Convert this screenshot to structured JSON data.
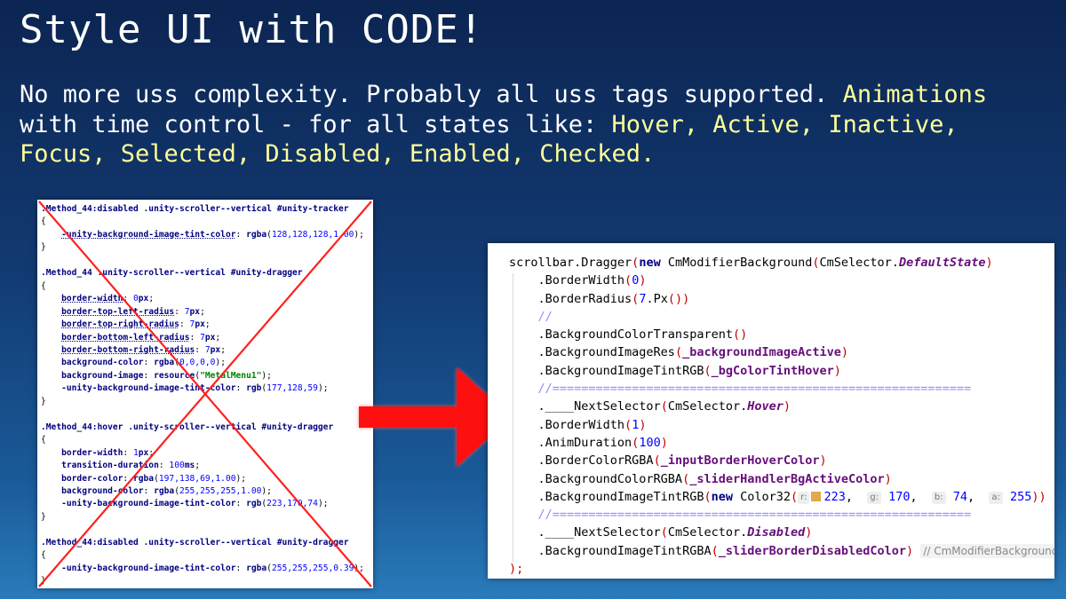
{
  "header": {
    "title": "Style UI with CODE!",
    "subtitle_lines": [
      [
        "No more uss complexity. Probably all uss tags supported. ",
        "Animations"
      ],
      [
        "with time control - for all states like: ",
        "Hover, Active, Inactive,"
      ],
      [
        "",
        "Focus, Selected, Disabled, Enabled, Checked."
      ]
    ]
  },
  "css_panel": {
    "lines": [
      [
        [
          "sel",
          ".Method_44:disabled .unity-scroller--vertical #unity-tracker"
        ]
      ],
      [
        [
          "txt",
          "{"
        ]
      ],
      [
        [
          "txt",
          "    "
        ],
        [
          "prop",
          "-unity-background-image-tint-color"
        ],
        [
          "txt",
          ": "
        ],
        [
          "prop-plain",
          "rgba"
        ],
        [
          "txt",
          "("
        ],
        [
          "num",
          "128,128,128,1.00"
        ],
        [
          "txt",
          ");"
        ]
      ],
      [
        [
          "txt",
          "}"
        ]
      ],
      [
        [
          "txt",
          ""
        ]
      ],
      [
        [
          "sel",
          ".Method_44 .unity-scroller--vertical #unity-dragger"
        ]
      ],
      [
        [
          "txt",
          "{"
        ]
      ],
      [
        [
          "txt",
          "    "
        ],
        [
          "prop",
          "border-width"
        ],
        [
          "txt",
          ": "
        ],
        [
          "num",
          "0"
        ],
        [
          "prop-plain",
          "px"
        ],
        [
          "txt",
          ";"
        ]
      ],
      [
        [
          "txt",
          "    "
        ],
        [
          "prop",
          "border-top-left-radius"
        ],
        [
          "txt",
          ": "
        ],
        [
          "num",
          "7"
        ],
        [
          "prop-plain",
          "px"
        ],
        [
          "txt",
          ";"
        ]
      ],
      [
        [
          "txt",
          "    "
        ],
        [
          "prop",
          "border-top-right-radius"
        ],
        [
          "txt",
          ": "
        ],
        [
          "num",
          "7"
        ],
        [
          "prop-plain",
          "px"
        ],
        [
          "txt",
          ";"
        ]
      ],
      [
        [
          "txt",
          "    "
        ],
        [
          "prop",
          "border-bottom-left-radius"
        ],
        [
          "txt",
          ": "
        ],
        [
          "num",
          "7"
        ],
        [
          "prop-plain",
          "px"
        ],
        [
          "txt",
          ";"
        ]
      ],
      [
        [
          "txt",
          "    "
        ],
        [
          "prop",
          "border-bottom-right-radius"
        ],
        [
          "txt",
          ": "
        ],
        [
          "num",
          "7"
        ],
        [
          "prop-plain",
          "px"
        ],
        [
          "txt",
          ";"
        ]
      ],
      [
        [
          "txt",
          "    "
        ],
        [
          "prop-plain",
          "background-color"
        ],
        [
          "txt",
          ": "
        ],
        [
          "prop-plain",
          "rgba"
        ],
        [
          "txt",
          "("
        ],
        [
          "num",
          "0,0,0,0"
        ],
        [
          "txt",
          ");"
        ]
      ],
      [
        [
          "txt",
          "    "
        ],
        [
          "prop-plain",
          "background-image"
        ],
        [
          "txt",
          ": "
        ],
        [
          "prop-plain",
          "resource"
        ],
        [
          "txt",
          "("
        ],
        [
          "str",
          "\"MetalMenu1\""
        ],
        [
          "txt",
          ");"
        ]
      ],
      [
        [
          "txt",
          "    "
        ],
        [
          "prop-plain",
          "-unity-background-image-tint-color"
        ],
        [
          "txt",
          ": "
        ],
        [
          "prop-plain",
          "rgb"
        ],
        [
          "txt",
          "("
        ],
        [
          "num",
          "177,128,59"
        ],
        [
          "txt",
          ");"
        ]
      ],
      [
        [
          "txt",
          "}"
        ]
      ],
      [
        [
          "txt",
          ""
        ]
      ],
      [
        [
          "sel",
          ".Method_44:hover .unity-scroller--vertical #unity-dragger"
        ]
      ],
      [
        [
          "txt",
          "{"
        ]
      ],
      [
        [
          "txt",
          "    "
        ],
        [
          "prop-plain",
          "border-width"
        ],
        [
          "txt",
          ": "
        ],
        [
          "num",
          "1"
        ],
        [
          "prop-plain",
          "px"
        ],
        [
          "txt",
          ";"
        ]
      ],
      [
        [
          "txt",
          "    "
        ],
        [
          "prop-plain",
          "transition-duration"
        ],
        [
          "txt",
          ": "
        ],
        [
          "num",
          "100"
        ],
        [
          "prop-plain",
          "ms"
        ],
        [
          "txt",
          ";"
        ]
      ],
      [
        [
          "txt",
          "    "
        ],
        [
          "prop-plain",
          "border-color"
        ],
        [
          "txt",
          ": "
        ],
        [
          "prop-plain",
          "rgba"
        ],
        [
          "txt",
          "("
        ],
        [
          "num",
          "197,138,69,1.00"
        ],
        [
          "txt",
          ");"
        ]
      ],
      [
        [
          "txt",
          "    "
        ],
        [
          "prop-plain",
          "background-color"
        ],
        [
          "txt",
          ": "
        ],
        [
          "prop-plain",
          "rgba"
        ],
        [
          "txt",
          "("
        ],
        [
          "num",
          "255,255,255,1.00"
        ],
        [
          "txt",
          ");"
        ]
      ],
      [
        [
          "txt",
          "    "
        ],
        [
          "prop-plain",
          "-unity-background-image-tint-color"
        ],
        [
          "txt",
          ": "
        ],
        [
          "prop-plain",
          "rgb"
        ],
        [
          "txt",
          "("
        ],
        [
          "num",
          "223,170,74"
        ],
        [
          "txt",
          ");"
        ]
      ],
      [
        [
          "txt",
          "}"
        ]
      ],
      [
        [
          "txt",
          ""
        ]
      ],
      [
        [
          "sel",
          ".Method_44:disabled .unity-scroller--vertical #unity-dragger"
        ]
      ],
      [
        [
          "txt",
          "{"
        ]
      ],
      [
        [
          "txt",
          "    "
        ],
        [
          "prop-plain",
          "-unity-background-image-tint-color"
        ],
        [
          "txt",
          ": "
        ],
        [
          "prop-plain",
          "rgba"
        ],
        [
          "txt",
          "("
        ],
        [
          "num",
          "255,255,255,0.39"
        ],
        [
          "txt",
          ");"
        ]
      ],
      [
        [
          "txt",
          "}"
        ]
      ]
    ]
  },
  "cs_panel": {
    "lines": [
      [
        [
          "cls",
          "scrollbar.Dragger"
        ],
        [
          "paren",
          "("
        ],
        [
          "kw",
          "new "
        ],
        [
          "cls",
          "CmModifierBackground"
        ],
        [
          "paren",
          "("
        ],
        [
          "cls",
          "CmSelector."
        ],
        [
          "enumv",
          "DefaultState"
        ],
        [
          "paren",
          ")"
        ]
      ],
      [
        [
          "cls",
          "    .BorderWidth"
        ],
        [
          "paren",
          "("
        ],
        [
          "num",
          "0"
        ],
        [
          "paren",
          ")"
        ]
      ],
      [
        [
          "cls",
          "    .BorderRadius"
        ],
        [
          "paren",
          "("
        ],
        [
          "num",
          "7"
        ],
        [
          "cls",
          ".Px"
        ],
        [
          "paren",
          "())"
        ]
      ],
      [
        [
          "cmt",
          "    //"
        ]
      ],
      [
        [
          "cls",
          "    .BackgroundColorTransparent"
        ],
        [
          "paren",
          "()"
        ]
      ],
      [
        [
          "cls",
          "    .BackgroundImageRes"
        ],
        [
          "paren",
          "("
        ],
        [
          "fld",
          "_backgroundImageActive"
        ],
        [
          "paren",
          ")"
        ]
      ],
      [
        [
          "cls",
          "    .BackgroundImageTintRGB"
        ],
        [
          "paren",
          "("
        ],
        [
          "fld",
          "_bgColorTintHover"
        ],
        [
          "paren",
          ")"
        ]
      ],
      [
        [
          "cmt",
          "    //=========================================================="
        ]
      ],
      [
        [
          "cls",
          "    .____NextSelector"
        ],
        [
          "paren",
          "("
        ],
        [
          "cls",
          "CmSelector."
        ],
        [
          "enumv",
          "Hover"
        ],
        [
          "paren",
          ")"
        ]
      ],
      [
        [
          "cls",
          "    .BorderWidth"
        ],
        [
          "paren",
          "("
        ],
        [
          "num",
          "1"
        ],
        [
          "paren",
          ")"
        ]
      ],
      [
        [
          "cls",
          "    .AnimDuration"
        ],
        [
          "paren",
          "("
        ],
        [
          "num",
          "100"
        ],
        [
          "paren",
          ")"
        ]
      ],
      [
        [
          "cls",
          "    .BorderColorRGBA"
        ],
        [
          "paren",
          "("
        ],
        [
          "fld",
          "_inputBorderHoverColor"
        ],
        [
          "paren",
          ")"
        ]
      ],
      [
        [
          "cls",
          "    .BackgroundColorRGBA"
        ],
        [
          "paren",
          "("
        ],
        [
          "fld",
          "_sliderHandlerBgActiveColor"
        ],
        [
          "paren",
          ")"
        ]
      ],
      [
        [
          "cls",
          "    .BackgroundImageTintRGB"
        ],
        [
          "paren",
          "("
        ],
        [
          "kw",
          "new "
        ],
        [
          "cls",
          "Color32"
        ],
        [
          "paren",
          "("
        ],
        [
          "hint",
          "r:"
        ],
        [
          "swatch",
          ""
        ],
        [
          "num",
          "223"
        ],
        [
          "cls",
          ",  "
        ],
        [
          "hint",
          "g:"
        ],
        [
          "num",
          " 170"
        ],
        [
          "cls",
          ",  "
        ],
        [
          "hint",
          "b:"
        ],
        [
          "num",
          " 74"
        ],
        [
          "cls",
          ",  "
        ],
        [
          "hint",
          "a:"
        ],
        [
          "num",
          " 255"
        ],
        [
          "paren",
          "))"
        ]
      ],
      [
        [
          "cmt",
          "    //=========================================================="
        ]
      ],
      [
        [
          "cls",
          "    .____NextSelector"
        ],
        [
          "paren",
          "("
        ],
        [
          "cls",
          "CmSelector."
        ],
        [
          "enumv",
          "Disabled"
        ],
        [
          "paren",
          ")"
        ]
      ],
      [
        [
          "cls",
          "    .BackgroundImageTintRGBA"
        ],
        [
          "paren",
          "("
        ],
        [
          "fld",
          "_sliderBorderDisabledColor"
        ],
        [
          "paren",
          ")"
        ],
        [
          "cls",
          " "
        ],
        [
          "trail",
          "// CmModifierBackground"
        ]
      ],
      [
        [
          "paren",
          ");"
        ]
      ]
    ]
  },
  "colors": {
    "highlight": "#ffff99",
    "cross": "#ff2020",
    "arrow": "#ff1010",
    "swatch": "#dfaa4a"
  }
}
